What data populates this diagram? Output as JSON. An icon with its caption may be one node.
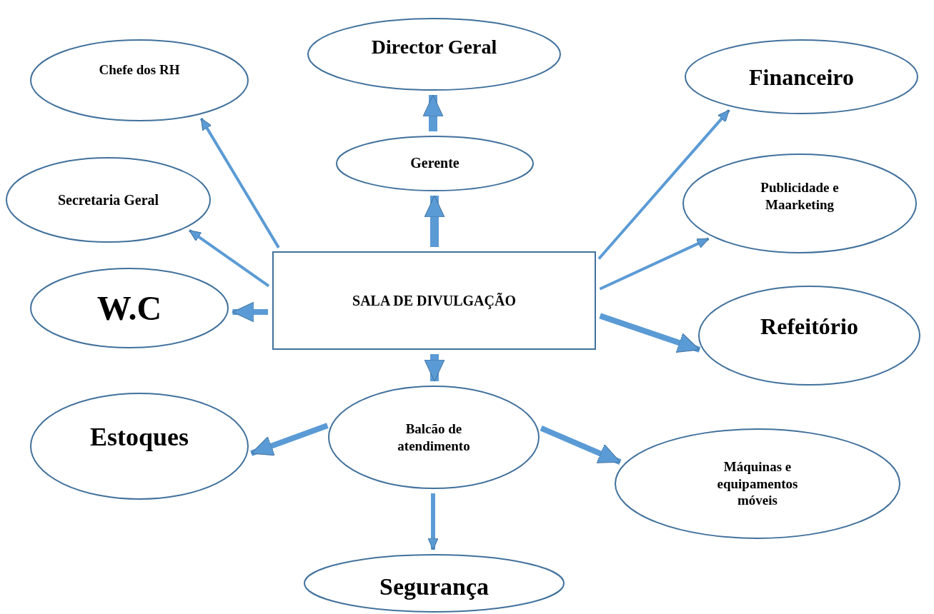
{
  "diagram": {
    "nodes": [
      {
        "text": [
          "Director Geral"
        ]
      },
      {
        "text": [
          "Chefe dos RH"
        ]
      },
      {
        "text": [
          "Financeiro"
        ]
      },
      {
        "text": [
          "Gerente"
        ]
      },
      {
        "text": [
          "Secretaria Geral"
        ]
      },
      {
        "text": [
          "Publicidade e Maarketing"
        ]
      },
      {
        "text": [
          "SALA DE DIVULGAÇÃO"
        ]
      },
      {
        "text": [
          "W.C"
        ]
      },
      {
        "text": [
          "Refeitório"
        ]
      },
      {
        "text": [
          "Estoques"
        ]
      },
      {
        "text": [
          "Balcão de atendimento"
        ]
      },
      {
        "text": [
          "Máquinas e equipamentos móveis"
        ]
      },
      {
        "text": [
          "Segurança"
        ]
      }
    ],
    "edges": [
      {
        "from": 6,
        "to": 1,
        "arrow": "to"
      },
      {
        "from": 6,
        "to": 4,
        "arrow": "to"
      },
      {
        "from": 6,
        "to": 7,
        "arrow": "to"
      },
      {
        "from": 6,
        "to": 3,
        "arrow": "to"
      },
      {
        "from": 3,
        "to": 0,
        "arrow": "to"
      },
      {
        "from": 6,
        "to": 2,
        "arrow": "to"
      },
      {
        "from": 6,
        "to": 5,
        "arrow": "to"
      },
      {
        "from": 6,
        "to": 8,
        "arrow": "to"
      },
      {
        "from": 6,
        "to": 10,
        "arrow": "to"
      },
      {
        "from": 10,
        "to": 9,
        "arrow": "to"
      },
      {
        "from": 10,
        "to": 11,
        "arrow": "to"
      },
      {
        "from": 10,
        "to": 12,
        "arrow": "to"
      }
    ]
  }
}
